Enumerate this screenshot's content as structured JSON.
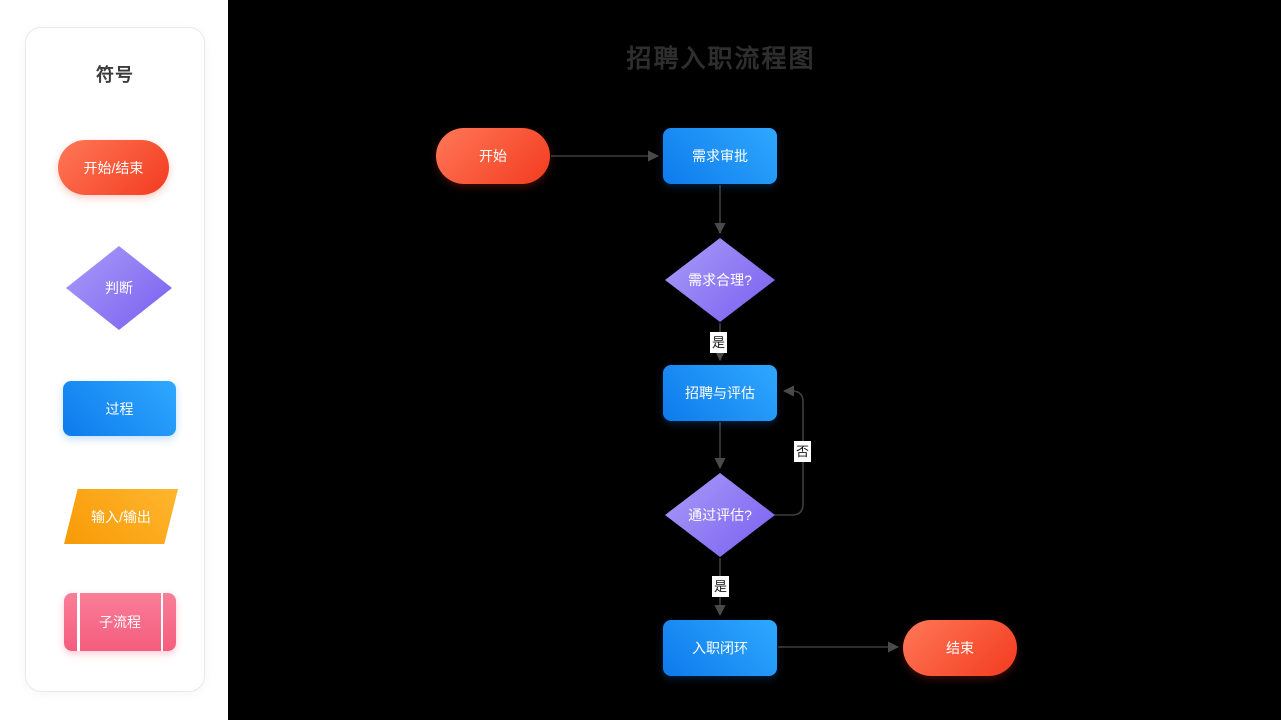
{
  "sidebar": {
    "title": "符号",
    "symbols": [
      {
        "shape": "terminator",
        "label": "开始/结束"
      },
      {
        "shape": "decision",
        "label": "判断"
      },
      {
        "shape": "process",
        "label": "过程"
      },
      {
        "shape": "io",
        "label": "输入/输出"
      },
      {
        "shape": "subprocess",
        "label": "子流程"
      }
    ]
  },
  "canvas": {
    "title": "招聘入职流程图",
    "nodes": [
      {
        "id": "start",
        "shape": "terminator",
        "label": "开始"
      },
      {
        "id": "approval",
        "shape": "process",
        "label": "需求审批"
      },
      {
        "id": "reasonable",
        "shape": "decision",
        "label": "需求合理?"
      },
      {
        "id": "recruit",
        "shape": "process",
        "label": "招聘与评估"
      },
      {
        "id": "evaluate",
        "shape": "decision",
        "label": "通过评估?"
      },
      {
        "id": "onboard",
        "shape": "process",
        "label": "入职闭环"
      },
      {
        "id": "end",
        "shape": "terminator",
        "label": "结束"
      }
    ],
    "edge_labels": {
      "yes1": "是",
      "no": "否",
      "yes2": "是"
    }
  },
  "colors": {
    "canvas_bg": "#000000",
    "panel_bg": "#ffffff",
    "title_text": "#2e2e2e",
    "terminator_gradient_start": "#ff7857",
    "terminator_gradient_end": "#f33b1f",
    "process_gradient_start": "#2fa8ff",
    "process_gradient_end": "#0d7bec",
    "decision_gradient_start": "#a99df8",
    "decision_gradient_end": "#7a5ef0",
    "io_gradient_start": "#ffb62e",
    "io_gradient_end": "#f89a06",
    "subprocess_gradient_start": "#f97e97",
    "subprocess_gradient_end": "#f55c7e",
    "edge_stroke": "#3e3e3e"
  }
}
